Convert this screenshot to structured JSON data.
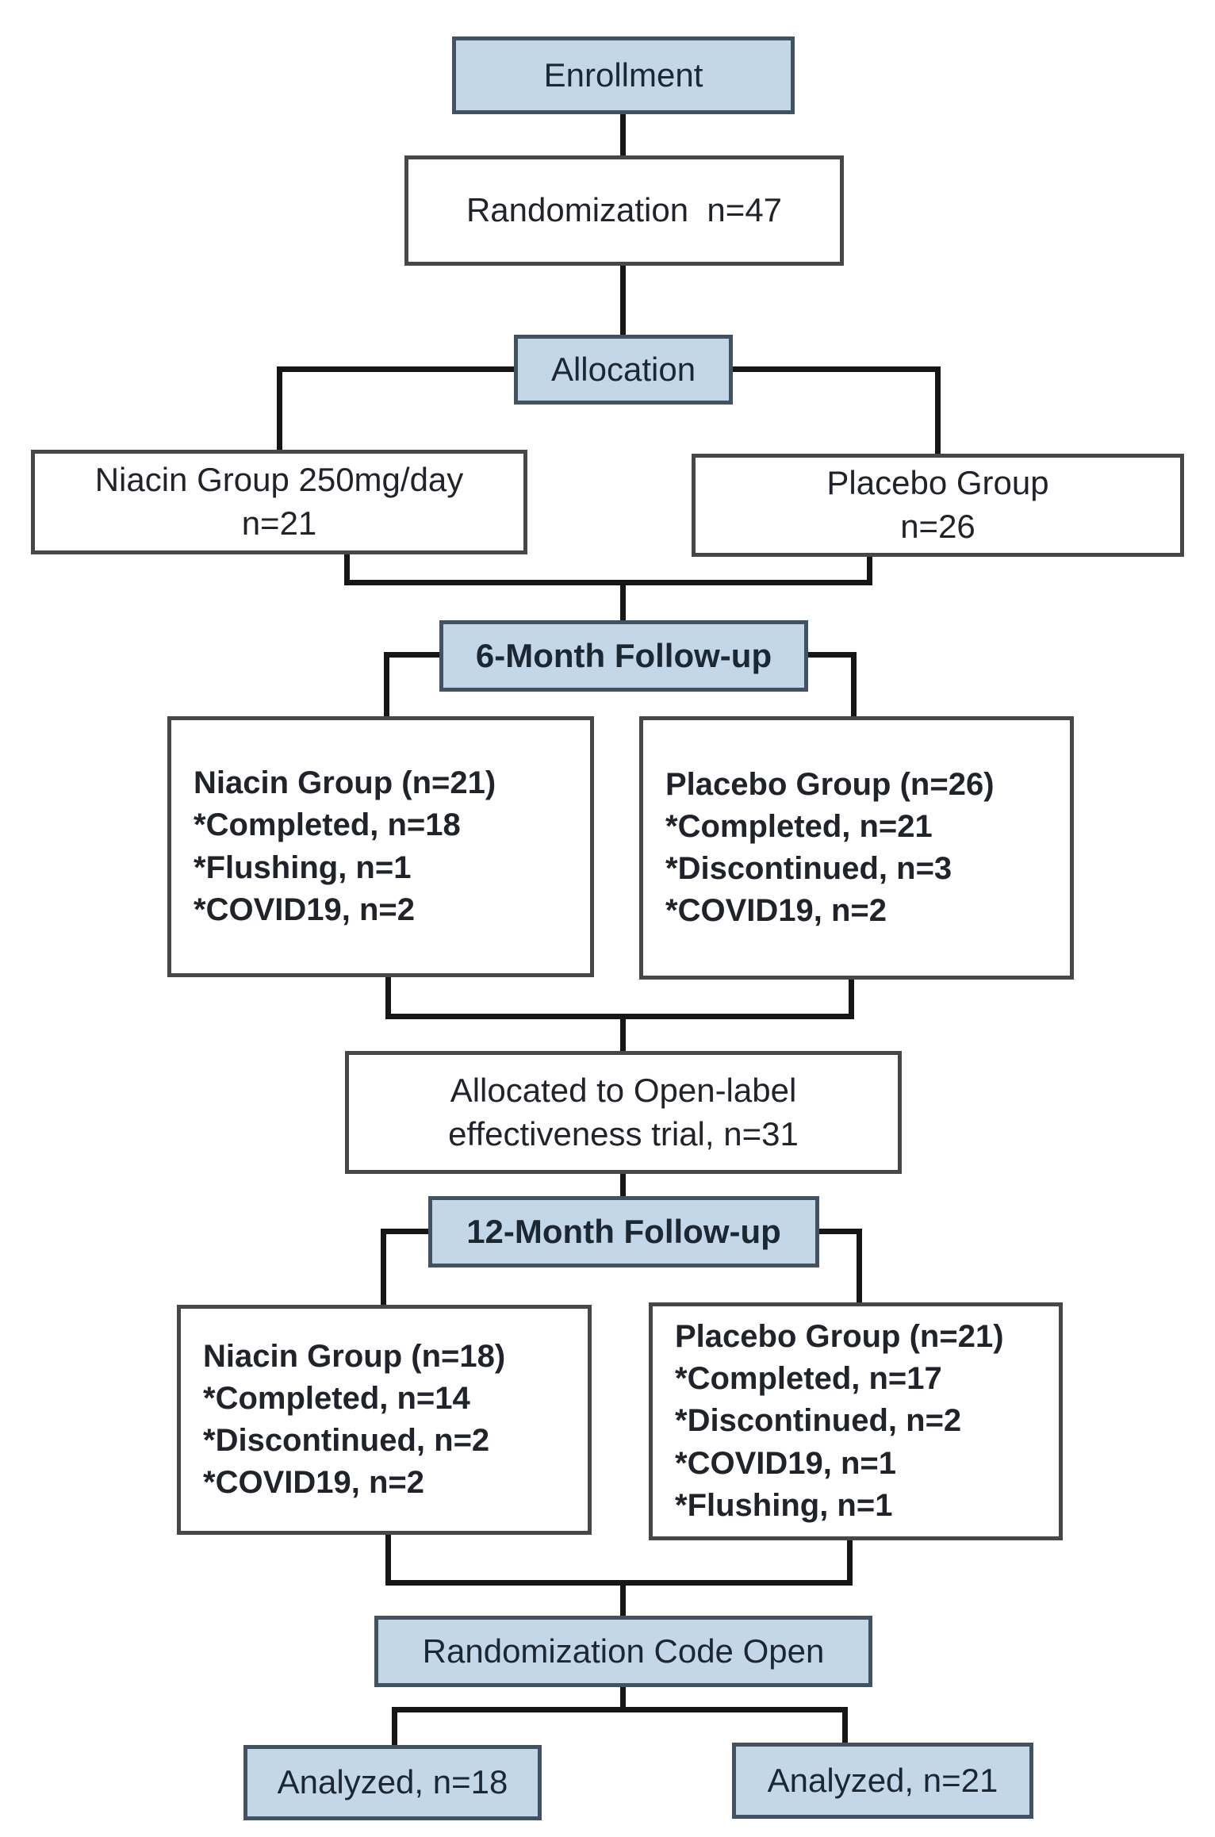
{
  "diagram": {
    "nodes": {
      "enrollment": {
        "label": "Enrollment"
      },
      "randomization": {
        "label": "Randomization  n=47"
      },
      "allocation": {
        "label": "Allocation"
      },
      "niacin_allocation": {
        "line1": "Niacin Group 250mg/day",
        "line2": "n=21"
      },
      "placebo_allocation": {
        "line1": "Placebo Group",
        "line2": "n=26"
      },
      "followup_6m": {
        "label": "6-Month Follow-up"
      },
      "niacin_6m": {
        "title": "Niacin Group (n=21)",
        "items": [
          "*Completed, n=18",
          "*Flushing, n=1",
          "*COVID19, n=2"
        ]
      },
      "placebo_6m": {
        "title": "Placebo Group (n=26)",
        "items": [
          "*Completed, n=21",
          "*Discontinued, n=3",
          "*COVID19, n=2"
        ]
      },
      "open_label": {
        "line1": "Allocated to Open-label",
        "line2": "effectiveness trial, n=31"
      },
      "followup_12m": {
        "label": "12-Month Follow-up"
      },
      "niacin_12m": {
        "title": "Niacin Group (n=18)",
        "items": [
          "*Completed, n=14",
          "*Discontinued, n=2",
          "*COVID19, n=2"
        ]
      },
      "placebo_12m": {
        "title": "Placebo Group (n=21)",
        "items": [
          "*Completed, n=17",
          "*Discontinued, n=2",
          "*COVID19, n=1",
          "*Flushing, n=1"
        ]
      },
      "code_open": {
        "label": "Randomization Code Open"
      },
      "analyzed_niacin": {
        "label": "Analyzed, n=18"
      },
      "analyzed_placebo": {
        "label": "Analyzed, n=21"
      }
    },
    "colors": {
      "blue_fill": "#c4d7e9",
      "blue_border": "#425262",
      "white_fill": "#ffffff",
      "white_border": "#474747",
      "connector": "#161616",
      "text_dark": "#20242a",
      "text_blue_box": "#1c2734"
    }
  }
}
